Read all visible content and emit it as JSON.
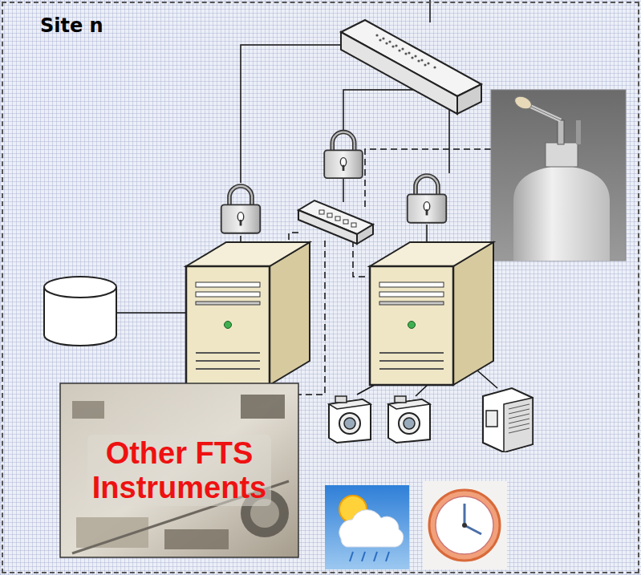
{
  "diagram": {
    "nodes": [
      {
        "text": [
          "Site n"
        ]
      },
      {
        "text": [
          "Other FTS Instruments"
        ],
        "in": 0
      }
    ]
  }
}
